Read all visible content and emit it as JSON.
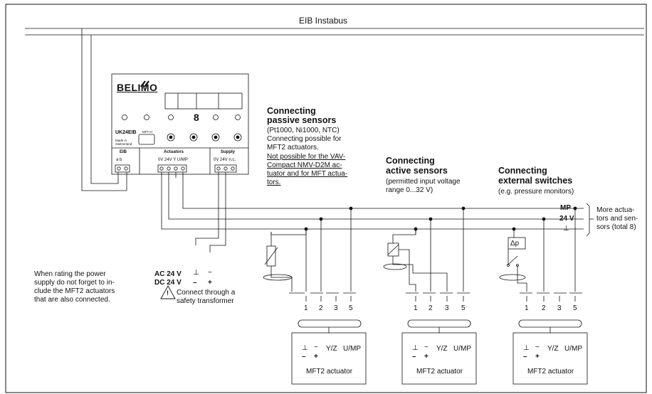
{
  "bus": {
    "label": "EIB Instabus"
  },
  "device": {
    "brand": "BELIMO",
    "model": "UK24EIB",
    "model_sub": "MFT-H",
    "made_in": "Made in Switzerland",
    "display_digit": "8",
    "groups": {
      "eib": "EIB",
      "actuators": "Actuators",
      "supply": "Supply"
    },
    "terminals": {
      "eib": "a  b",
      "actuators": "0V  24V  Y  U/MP",
      "supply": "0V  24V  n.c."
    }
  },
  "sections": {
    "passive": {
      "heading_1": "Connecting",
      "heading_2": "passive sensors",
      "line1": "(Pt1000, Ni1000, NTC)",
      "line2": "Connecting possible for",
      "line3": "MFT2 actuators.",
      "note1": "Not possible for the VAV-",
      "note2": "Compact NMV-D2M ac-",
      "note3": "tuator and for MFT actua-",
      "note4": "tors."
    },
    "active": {
      "heading_1": "Connecting",
      "heading_2": "active sensors",
      "line1": "(permitted input voltage",
      "line2": "range 0...32 V)"
    },
    "switches": {
      "heading_1": "Connecting",
      "heading_2": "external switches",
      "line1": "(e.g. pressure monitors)",
      "dp": "Δp"
    }
  },
  "bus_lines": {
    "mp": "MP",
    "v24": "24 V",
    "gnd": "⊥",
    "more_1": "More actua-",
    "more_2": "tors and sen-",
    "more_3": "sors (total 8)"
  },
  "supply": {
    "ac": "AC 24 V",
    "dc": "DC 24 V",
    "gnd_sym": "⊥",
    "tilde": "~",
    "minus": "–",
    "plus": "+",
    "warn_1": "Connect through a",
    "warn_2": "safety transformer"
  },
  "note": {
    "l1": "When rating the power",
    "l2": "supply do not forget to in-",
    "l3": "clude the MFT2 actuators",
    "l4": "that are also connected."
  },
  "actuator": {
    "wires": [
      "1",
      "2",
      "3",
      "5"
    ],
    "sym_gnd": "⊥",
    "sym_tilde": "~",
    "sym_y": "Y/Z",
    "sym_u": "U/MP",
    "sym_minus": "–",
    "sym_plus": "+",
    "label": "MFT2 actuator"
  }
}
